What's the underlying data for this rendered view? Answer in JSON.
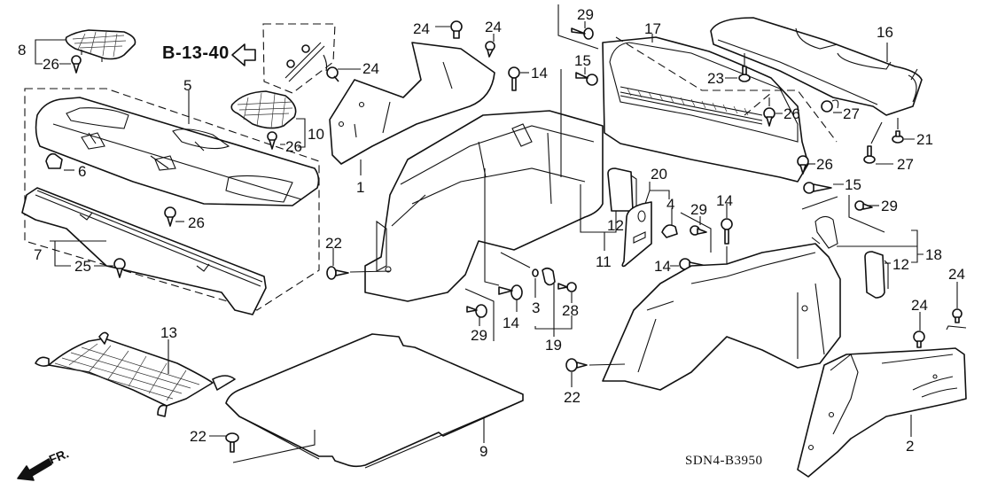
{
  "diagram": {
    "title": "Trunk lining / rear tray parts diagram",
    "reference_link": "B-13-40",
    "drawing_code": "SDN4-B3950",
    "front_direction_label": "FR.",
    "callouts": [
      {
        "id": "c8",
        "label": "8",
        "part": "rear speaker grille left"
      },
      {
        "id": "c26a",
        "label": "26",
        "part": "clip"
      },
      {
        "id": "c5",
        "label": "5",
        "part": "rear tray"
      },
      {
        "id": "c10",
        "label": "10",
        "part": "rear speaker grille right"
      },
      {
        "id": "c26b",
        "label": "26",
        "part": "clip"
      },
      {
        "id": "c6",
        "label": "6",
        "part": "seat belt guide"
      },
      {
        "id": "c26c",
        "label": "26",
        "part": "clip"
      },
      {
        "id": "c7",
        "label": "7",
        "part": "rear tray lower garnish"
      },
      {
        "id": "c25",
        "label": "25",
        "part": "clip"
      },
      {
        "id": "c24a",
        "label": "24",
        "part": "clip"
      },
      {
        "id": "c24b",
        "label": "24",
        "part": "clip"
      },
      {
        "id": "c24c",
        "label": "24",
        "part": "clip"
      },
      {
        "id": "c1",
        "label": "1",
        "part": "trunk side lining left upper"
      },
      {
        "id": "c14a",
        "label": "14",
        "part": "fastener"
      },
      {
        "id": "c29a",
        "label": "29",
        "part": "screw"
      },
      {
        "id": "c15a",
        "label": "15",
        "part": "fastener"
      },
      {
        "id": "c17",
        "label": "17",
        "part": "rear panel lining"
      },
      {
        "id": "c16",
        "label": "16",
        "part": "rear shelf trim"
      },
      {
        "id": "c23",
        "label": "23",
        "part": "bolt"
      },
      {
        "id": "c26d",
        "label": "26",
        "part": "clip"
      },
      {
        "id": "c27a",
        "label": "27",
        "part": "clip"
      },
      {
        "id": "c21",
        "label": "21",
        "part": "bolt"
      },
      {
        "id": "c27b",
        "label": "27",
        "part": "clip"
      },
      {
        "id": "c26e",
        "label": "26",
        "part": "clip"
      },
      {
        "id": "c15b",
        "label": "15",
        "part": "fastener"
      },
      {
        "id": "c29b",
        "label": "29",
        "part": "screw"
      },
      {
        "id": "c20",
        "label": "20",
        "part": "lid assembly"
      },
      {
        "id": "c4",
        "label": "4",
        "part": "knob"
      },
      {
        "id": "c29c",
        "label": "29",
        "part": "screw"
      },
      {
        "id": "c14b",
        "label": "14",
        "part": "fastener"
      },
      {
        "id": "c14c",
        "label": "14",
        "part": "fastener"
      },
      {
        "id": "c12a",
        "label": "12",
        "part": "lid"
      },
      {
        "id": "c11",
        "label": "11",
        "part": "trunk side lining left"
      },
      {
        "id": "c12b",
        "label": "12",
        "part": "lid"
      },
      {
        "id": "c18",
        "label": "18",
        "part": "trunk side lining right"
      },
      {
        "id": "c22a",
        "label": "22",
        "part": "clip"
      },
      {
        "id": "c14d",
        "label": "14",
        "part": "fastener"
      },
      {
        "id": "c29d",
        "label": "29",
        "part": "screw"
      },
      {
        "id": "c3",
        "label": "3",
        "part": "washer"
      },
      {
        "id": "c28",
        "label": "28",
        "part": "bolt"
      },
      {
        "id": "c19",
        "label": "19",
        "part": "hook assembly"
      },
      {
        "id": "c24d",
        "label": "24",
        "part": "clip"
      },
      {
        "id": "c24e",
        "label": "24",
        "part": "clip"
      },
      {
        "id": "c22b",
        "label": "22",
        "part": "clip"
      },
      {
        "id": "c13",
        "label": "13",
        "part": "cargo net"
      },
      {
        "id": "c9",
        "label": "9",
        "part": "trunk floor mat"
      },
      {
        "id": "c22c",
        "label": "22",
        "part": "clip"
      },
      {
        "id": "c2",
        "label": "2",
        "part": "trunk side lining right upper"
      }
    ]
  }
}
